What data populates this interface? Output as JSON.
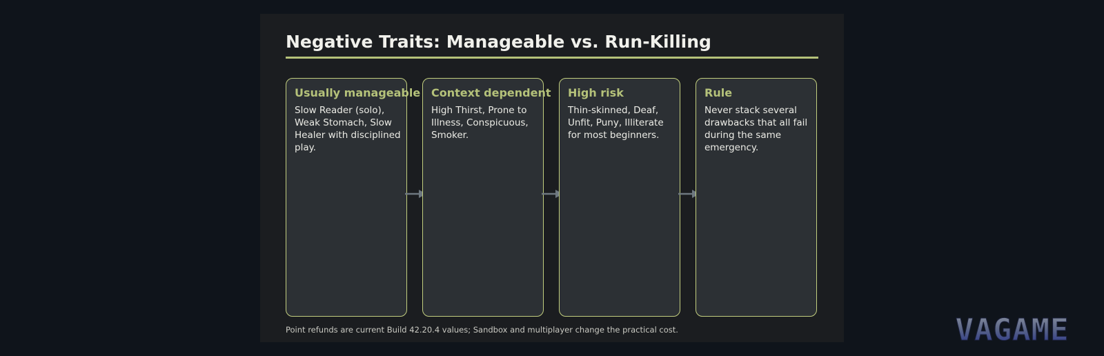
{
  "title": "Negative Traits: Manageable vs. Run-Killing",
  "cards": [
    {
      "heading": "Usually manageable",
      "body": "Slow Reader (solo), Weak Stomach, Slow Healer with disciplined play."
    },
    {
      "heading": "Context dependent",
      "body": "High Thirst, Prone to Illness, Conspicuous, Smoker."
    },
    {
      "heading": "High risk",
      "body": "Thin-skinned, Deaf, Unfit, Puny, Illiterate for most beginners."
    },
    {
      "heading": "Rule",
      "body": "Never stack several drawbacks that all fail during the same emergency."
    }
  ],
  "footnote": "Point refunds are current Build 42.20.4 values; Sandbox and multiplayer change the practical cost.",
  "watermark": "VAGAME",
  "colors": {
    "background": "#0f141b",
    "panel": "#1b1d20",
    "card": "#2c3034",
    "accent": "#b5c27a",
    "arrow": "#6e7880"
  }
}
